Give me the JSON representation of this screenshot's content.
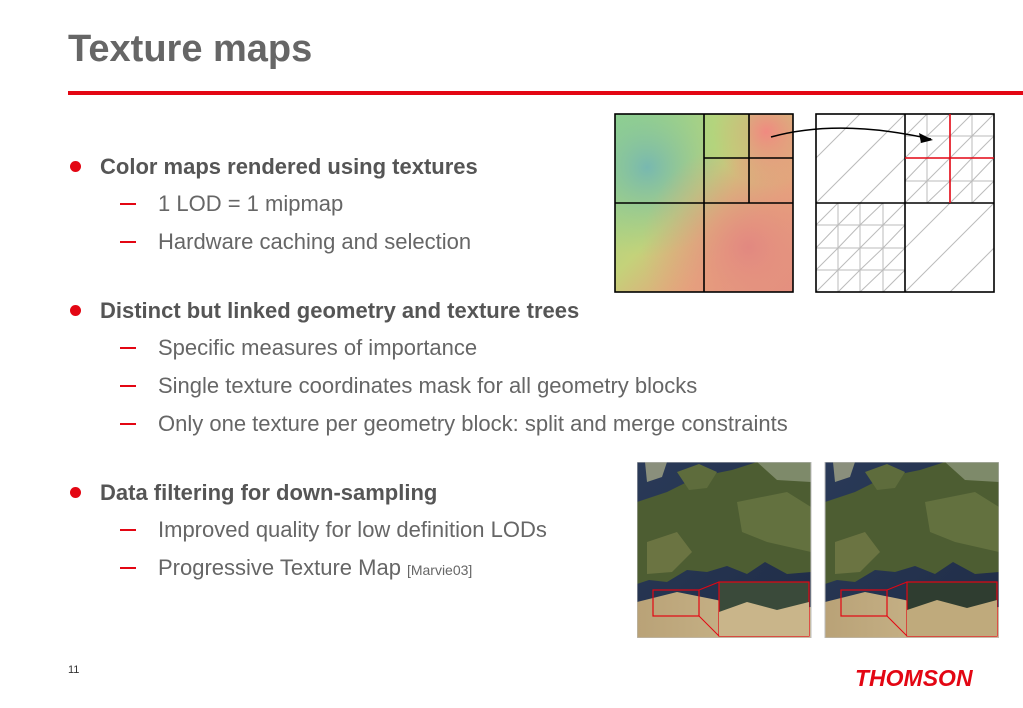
{
  "title": "Texture maps",
  "sections": [
    {
      "heading": "Color maps rendered using textures",
      "items": [
        "1 LOD = 1 mipmap",
        "Hardware caching and selection"
      ]
    },
    {
      "heading": "Distinct but linked geometry and texture trees",
      "items": [
        "Specific measures of importance",
        "Single texture coordinates mask for all geometry blocks",
        "Only one texture per geometry block: split and merge constraints"
      ]
    },
    {
      "heading": "Data filtering for down-sampling",
      "items": [
        "Improved quality for low definition LODs",
        "Progressive Texture Map"
      ],
      "reference": "[Marvie03]"
    }
  ],
  "page_number": "11",
  "logo_text": "THOMSON",
  "colors": {
    "accent": "#e30613",
    "title": "#666666",
    "text": "#555555"
  }
}
